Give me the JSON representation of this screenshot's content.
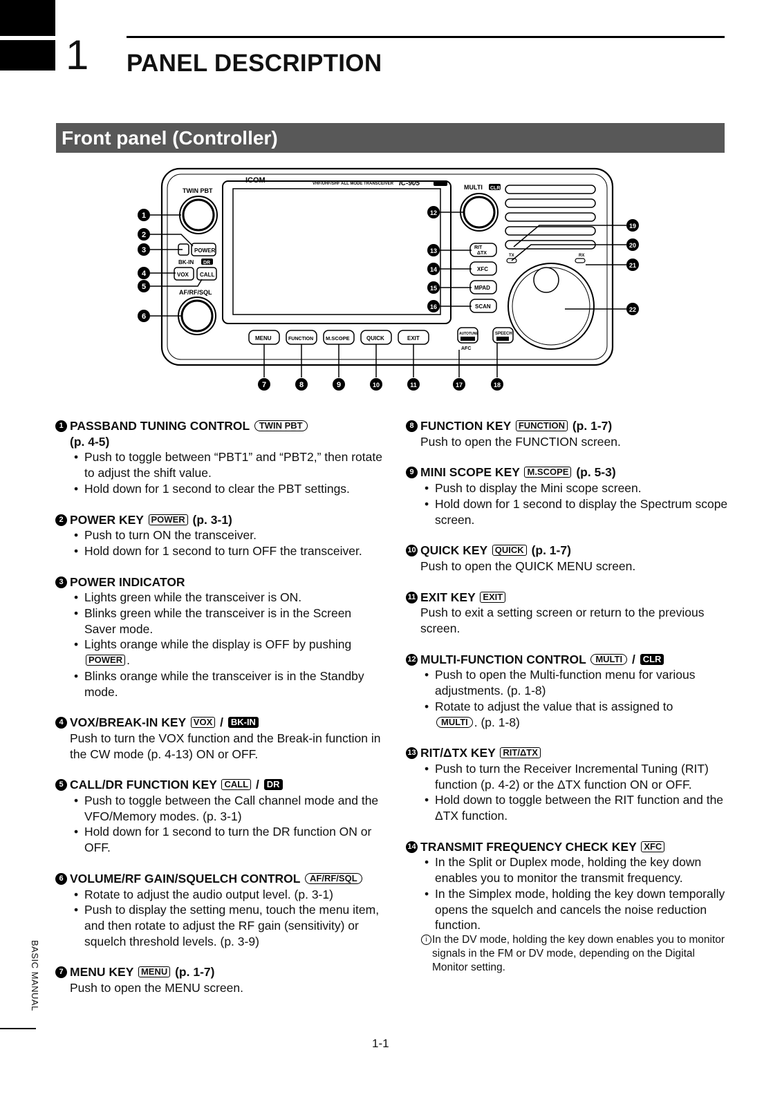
{
  "chapter": {
    "number": "1",
    "title": "PANEL DESCRIPTION"
  },
  "section": {
    "title": "Front panel (Controller)"
  },
  "diagram": {
    "brand": "ICOM",
    "model_line": "VHF/UHF/SHF ALL MODE TRANSCEIVER",
    "model": "IC-905",
    "labels": {
      "twin_pbt": "TWIN PBT",
      "power": "POWER",
      "bk_in": "BK-IN",
      "dr": "DR",
      "vox": "VOX",
      "call": "CALL",
      "af_rf_sql": "AF/RF/SQL",
      "multi": "MULTI",
      "clr": "CLR",
      "rit": "RIT",
      "dtx": "ΔTX",
      "xfc": "XFC",
      "mpad": "MPAD",
      "scan": "SCAN",
      "tx": "TX",
      "rx": "RX",
      "afc": "AFC",
      "autotune": "AUTOTUNE",
      "speech": "SPEECH"
    },
    "bottom_keys": [
      "MENU",
      "FUNCTION",
      "M.SCOPE",
      "QUICK",
      "EXIT"
    ],
    "callouts": [
      "1",
      "2",
      "3",
      "4",
      "5",
      "6",
      "7",
      "8",
      "9",
      "10",
      "11",
      "12",
      "13",
      "14",
      "15",
      "16",
      "17",
      "18",
      "19",
      "20",
      "21",
      "22"
    ]
  },
  "left_items": [
    {
      "num": "1",
      "title": "PASSBAND TUNING CONTROL",
      "key": "TWIN PBT",
      "ref": "(p. 4-5)",
      "bullets": [
        "Push to toggle between “PBT1” and “PBT2,” then rotate to adjust the shift value.",
        "Hold down for 1 second to clear the PBT settings."
      ]
    },
    {
      "num": "2",
      "title": "POWER KEY",
      "key": "POWER",
      "ref": "(p. 3-1)",
      "bullets": [
        "Push to turn ON the transceiver.",
        "Hold down for 1 second to turn OFF the transceiver."
      ]
    },
    {
      "num": "3",
      "title": "POWER INDICATOR",
      "bullets": [
        "Lights green while the transceiver is ON.",
        "Blinks green while the transceiver is in the Screen Saver mode.",
        "Lights orange while the display is OFF by pushing",
        "Blinks orange while the transceiver is in the Standby mode."
      ],
      "inline_key": "POWER"
    },
    {
      "num": "4",
      "title": "VOX/BREAK-IN KEY",
      "key": "VOX",
      "key2": "BK-IN",
      "body": "Push to turn the VOX function and the Break-in function in the CW mode (p. 4-13) ON or OFF."
    },
    {
      "num": "5",
      "title": "CALL/DR FUNCTION KEY",
      "key": "CALL",
      "key2": "DR",
      "bullets": [
        "Push to toggle between the Call channel mode and the VFO/Memory modes. (p. 3-1)",
        "Hold down for 1 second to turn the DR function ON or OFF."
      ]
    },
    {
      "num": "6",
      "title": "VOLUME/RF GAIN/SQUELCH CONTROL",
      "key": "AF/RF/SQL",
      "bullets": [
        "Rotate to adjust the audio output level. (p. 3-1)",
        "Push to display the setting menu, touch the menu item, and then rotate to adjust the RF gain (sensitivity) or squelch threshold levels. (p. 3-9)"
      ]
    },
    {
      "num": "7",
      "title": "MENU KEY",
      "key": "MENU",
      "ref": "(p. 1-7)",
      "body": "Push to open the MENU screen."
    }
  ],
  "right_items": [
    {
      "num": "8",
      "title": "FUNCTION KEY",
      "key": "FUNCTION",
      "ref": "(p. 1-7)",
      "body": "Push to open the FUNCTION screen."
    },
    {
      "num": "9",
      "title": "MINI SCOPE KEY",
      "key": "M.SCOPE",
      "ref": "(p. 5-3)",
      "bullets": [
        "Push to display the Mini scope screen.",
        "Hold down for 1 second to display the Spectrum scope screen."
      ]
    },
    {
      "num": "10",
      "title": "QUICK KEY",
      "key": "QUICK",
      "ref": "(p. 1-7)",
      "body": "Push to open the QUICK MENU screen."
    },
    {
      "num": "11",
      "title": "EXIT KEY",
      "key": "EXIT",
      "body": "Push to exit a setting screen or return to the previous screen."
    },
    {
      "num": "12",
      "title": "MULTI-FUNCTION CONTROL",
      "key": "MULTI",
      "key2": "CLR",
      "bullets": [
        "Push to open the Multi-function menu for various adjustments. (p. 1-8)",
        "Rotate to adjust the value that is assigned to"
      ],
      "bullet_tail": ". (p. 1-8)"
    },
    {
      "num": "13",
      "title": "RIT/ΔTX KEY",
      "key": "RIT/ΔTX",
      "bullets": [
        "Push to turn the Receiver Incremental Tuning (RIT) function (p. 4-2) or the ΔTX function ON or OFF.",
        "Hold down to toggle between the RIT function and the ΔTX function."
      ]
    },
    {
      "num": "14",
      "title": "TRANSMIT FREQUENCY CHECK KEY",
      "key": "XFC",
      "bullets": [
        "In the Split or Duplex mode, holding the key down enables you to monitor the transmit frequency.",
        "In the Simplex mode, holding the key down temporally opens the squelch and cancels the noise reduction function."
      ],
      "note": "In the DV mode, holding the key down enables you to monitor signals in the FM or DV mode, depending on the Digital Monitor setting."
    }
  ],
  "side_label": "BASIC MANUAL",
  "page_number": "1-1"
}
